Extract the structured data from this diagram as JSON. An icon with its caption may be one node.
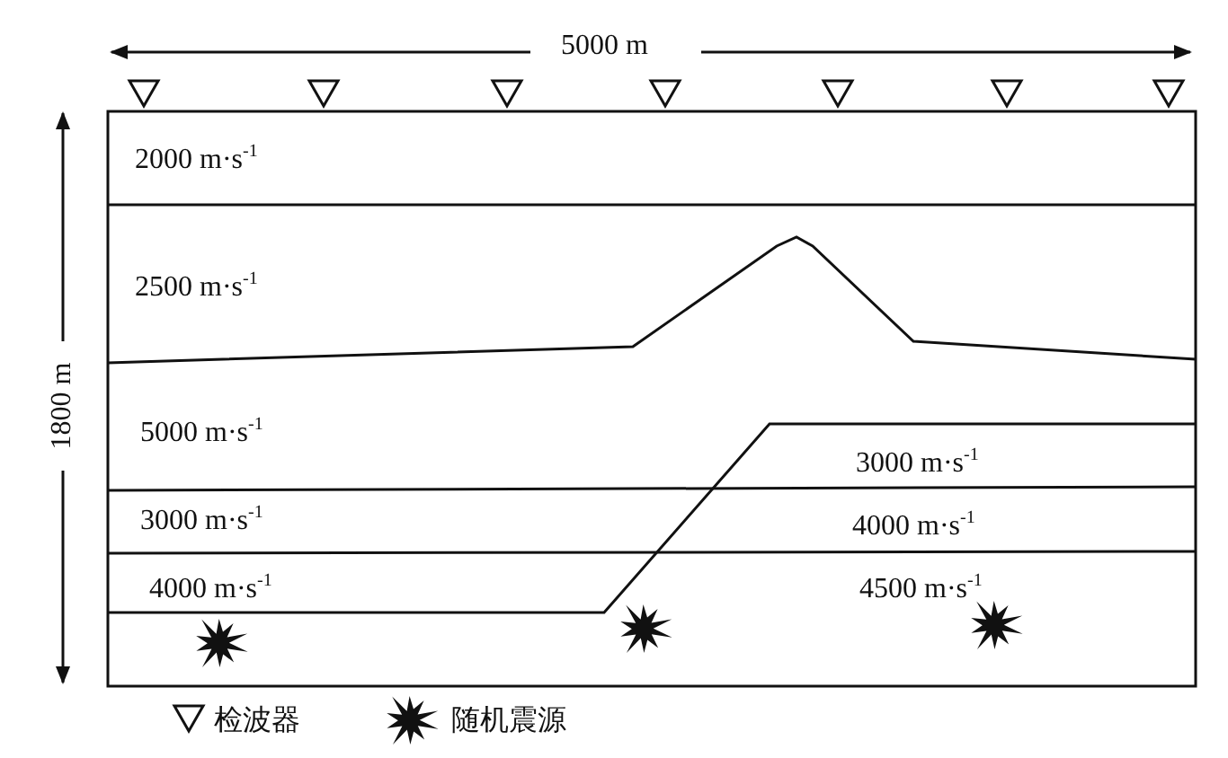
{
  "diagram": {
    "labels": [
      "5000 m",
      "1800 m",
      "2000 m·s$^{-1}$",
      "2500 m·s$^{-1}$",
      "5000 m·s$^{-1}$",
      "3000 m·s$^{-1}$",
      "3000 m·s$^{-1}$",
      "4000 m·s$^{-1}$",
      "4000 m·s$^{-1}$",
      "4500 m·s$^{-1}$"
    ],
    "legend": [
      {
        "text": "检波器"
      },
      {
        "text": "随机震源"
      }
    ]
  }
}
